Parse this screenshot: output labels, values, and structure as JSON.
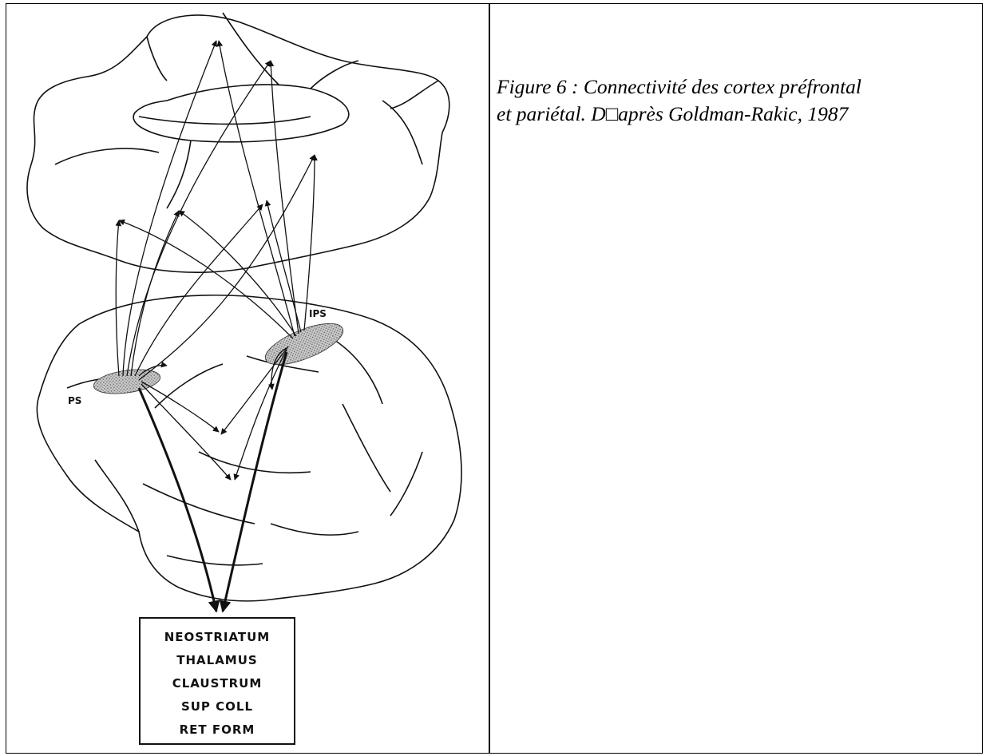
{
  "figure": {
    "caption_line1": "Figure 6 : Connectivité des cortex préfrontal",
    "caption_line2": "et pariétal. D□après Goldman-Rakic, 1987",
    "labels": {
      "ps": "PS",
      "ips": "IPS"
    },
    "target_box": {
      "lines": [
        "NEOSTRIATUM",
        "THALAMUS",
        "CLAUSTRUM",
        "SUP COLL",
        "RET FORM"
      ]
    }
  }
}
